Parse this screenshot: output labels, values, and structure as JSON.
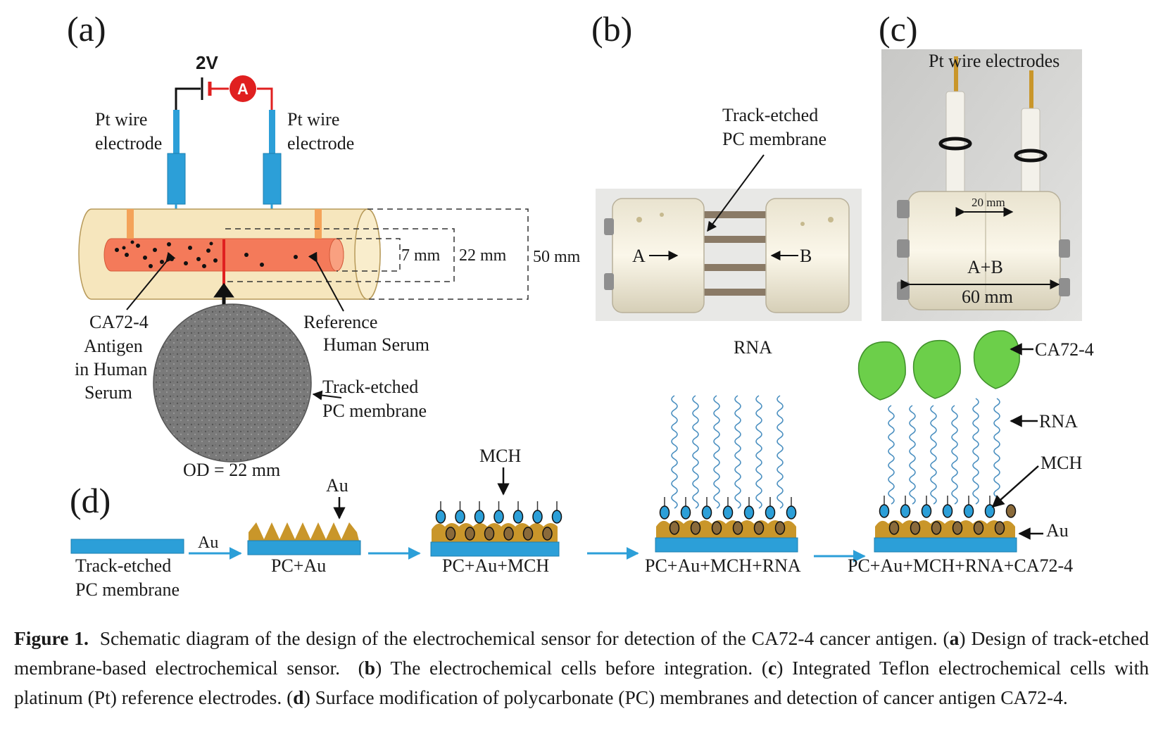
{
  "figure": {
    "panel_labels": {
      "a": "(a)",
      "b": "(b)",
      "c": "(c)",
      "d": "(d)"
    },
    "panel_a": {
      "voltage": "2V",
      "ammeter": "A",
      "left_electrode_line1": "Pt wire",
      "left_electrode_line2": "electrode",
      "right_electrode_line1": "Pt wire",
      "right_electrode_line2": "electrode",
      "dim_inner": "7 mm",
      "dim_mid": "22 mm",
      "dim_outer": "50 mm",
      "antigen_line1": "CA72-4",
      "antigen_line2": "Antigen",
      "antigen_line3": "in Human",
      "antigen_line4": "Serum",
      "reference_line1": "Reference",
      "reference_line2": "Human Serum",
      "membrane_line1": "Track-etched",
      "membrane_line2": "PC membrane",
      "od": "OD = 22 mm"
    },
    "panel_b": {
      "membrane_line1": "Track-etched",
      "membrane_line2": "PC membrane",
      "label_a": "A",
      "label_b": "B"
    },
    "panel_c": {
      "title": "Pt wire electrodes",
      "dim_small": "20 mm",
      "label_ab": "A+B",
      "dim_large": "60 mm"
    },
    "panel_d": {
      "step0_line1": "Track-etched",
      "step0_line2": "PC membrane",
      "arrow_au": "Au",
      "step1_top": "Au",
      "step1": "PC+Au",
      "step2_top": "MCH",
      "step2": "PC+Au+MCH",
      "step3_top": "RNA",
      "step3": "PC+Au+MCH+RNA",
      "step4": "PC+Au+MCH+RNA+CA72-4",
      "legend_ca": "CA72-4",
      "legend_rna": "RNA",
      "legend_mch": "MCH",
      "legend_au": "Au"
    },
    "colors": {
      "membrane_blue": "#2c9fd8",
      "gold": "#c9962a",
      "antigen_green": "#6ccf4a",
      "serum_orange": "#f47a5a",
      "cell_cream": "#f6e6bd",
      "ammeter_red": "#e02020"
    }
  },
  "caption": {
    "label": "Figure 1.",
    "text": "Schematic diagram of the design of the electrochemical sensor for detection of the CA72-4 cancer antigen.",
    "a_key": "a",
    "a_text": "Design of track-etched membrane-based electrochemical sensor.",
    "b_key": "b",
    "b_text": "The electrochemical cells before integration.",
    "c_key": "c",
    "c_text": "Integrated Teflon electrochemical cells with platinum (Pt) reference electrodes.",
    "d_key": "d",
    "d_text": "Surface modification of polycarbonate (PC) membranes and detection of cancer antigen CA72-4."
  }
}
